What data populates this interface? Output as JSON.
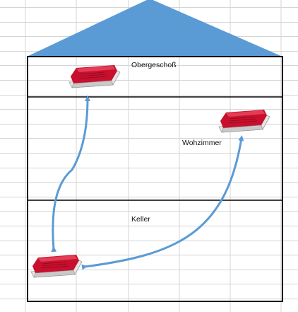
{
  "floors": {
    "upper": {
      "label": "Obergeschoß"
    },
    "living": {
      "label": "Wohzimmer"
    },
    "basement": {
      "label": "Keller"
    }
  },
  "colors": {
    "roof": "#5b9bd5",
    "walls": "#000000",
    "arrows": "#5b9bd5",
    "grid": "#d4d4d4",
    "router_body": "#c8102e",
    "router_base": "#d9d9d9"
  },
  "icons": {
    "router": "router-icon"
  }
}
